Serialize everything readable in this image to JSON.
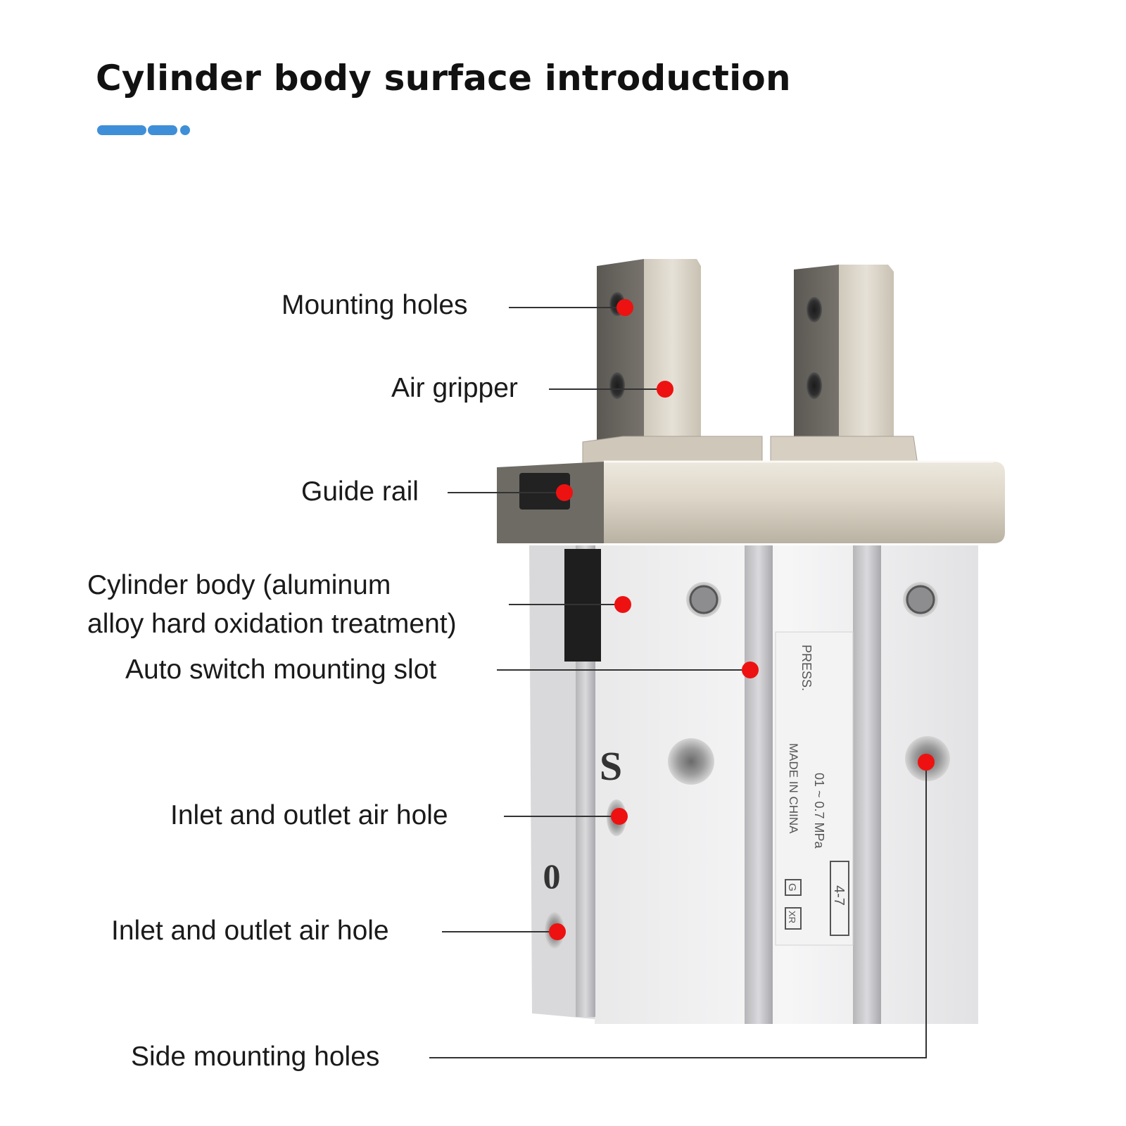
{
  "header": {
    "title": "Cylinder body surface introduction",
    "accent_color": "#3f8fd8"
  },
  "callouts": [
    {
      "id": "mounting-holes",
      "label": "Mounting holes"
    },
    {
      "id": "air-gripper",
      "label": "Air gripper"
    },
    {
      "id": "guide-rail",
      "label": "Guide rail"
    },
    {
      "id": "cylinder-body",
      "label_line1": "Cylinder body (aluminum",
      "label_line2": "alloy hard oxidation treatment)"
    },
    {
      "id": "auto-switch-slot",
      "label": "Auto switch mounting slot"
    },
    {
      "id": "inlet-outlet-1",
      "label": "Inlet and outlet air hole"
    },
    {
      "id": "inlet-outlet-2",
      "label": "Inlet and outlet air hole"
    },
    {
      "id": "side-mounting-holes",
      "label": "Side mounting holes"
    }
  ],
  "marker_color": "#ee1111",
  "product_markings": {
    "port_s": "S",
    "port_o": "0",
    "plate_press": "PRESS.",
    "plate_range": "01 ~ 0.7 MPa",
    "plate_origin": "MADE IN CHINA",
    "plate_code": "4-7",
    "plate_g": "G",
    "plate_xr": "XR"
  }
}
